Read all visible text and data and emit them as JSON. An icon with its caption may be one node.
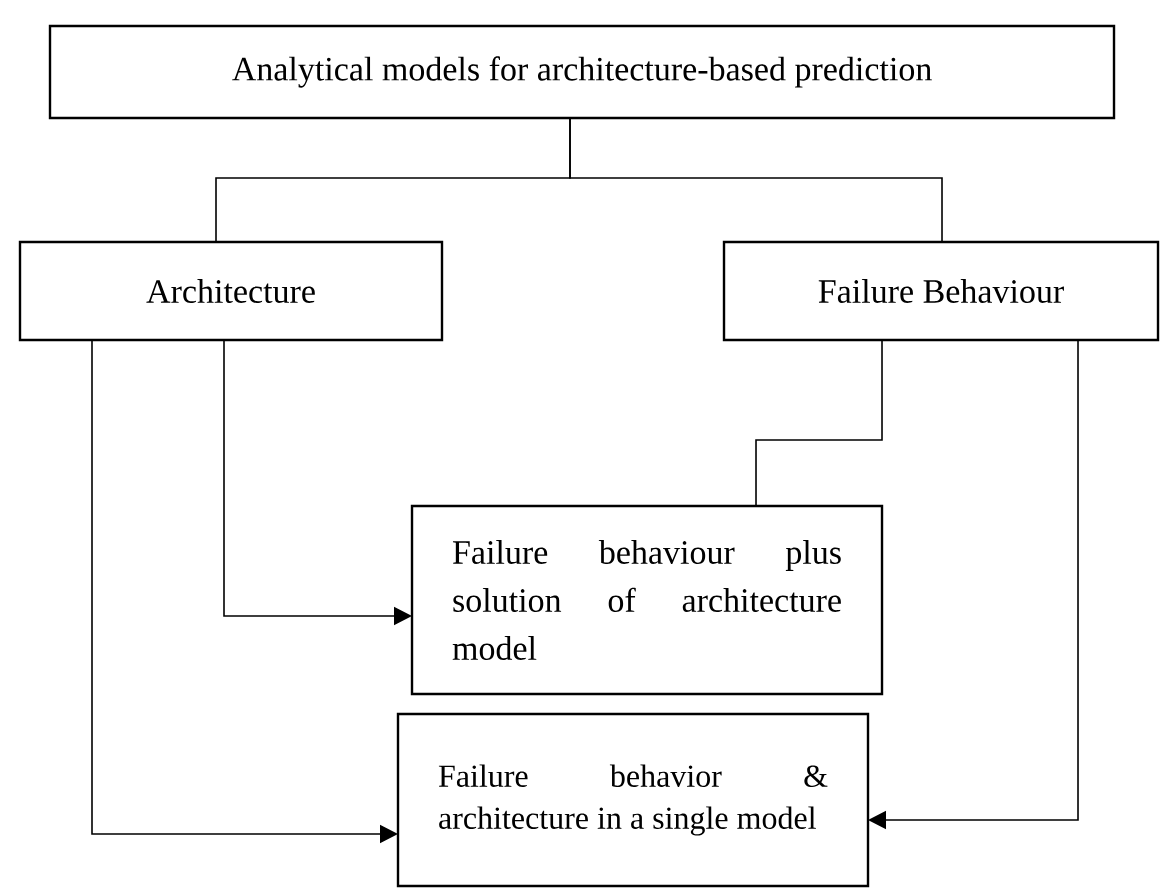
{
  "diagram": {
    "nodes": [
      {
        "text": [
          "Analytical models for architecture-based prediction"
        ]
      },
      {
        "text": [
          "Architecture"
        ]
      },
      {
        "text": [
          "Failure Behaviour"
        ]
      },
      {
        "text": [
          "Failure behaviour plus solution of architecture model"
        ]
      },
      {
        "text": [
          "Failure behavior & architecture in a single model"
        ]
      }
    ],
    "edges": [
      {
        "from": 0,
        "to": 1,
        "arrow": "none"
      },
      {
        "from": 0,
        "to": 2,
        "arrow": "none"
      },
      {
        "from": 1,
        "to": 3,
        "arrow": "to"
      },
      {
        "from": 2,
        "to": 3,
        "arrow": "none"
      },
      {
        "from": 1,
        "to": 4,
        "arrow": "to"
      },
      {
        "from": 2,
        "to": 4,
        "arrow": "to"
      }
    ]
  }
}
